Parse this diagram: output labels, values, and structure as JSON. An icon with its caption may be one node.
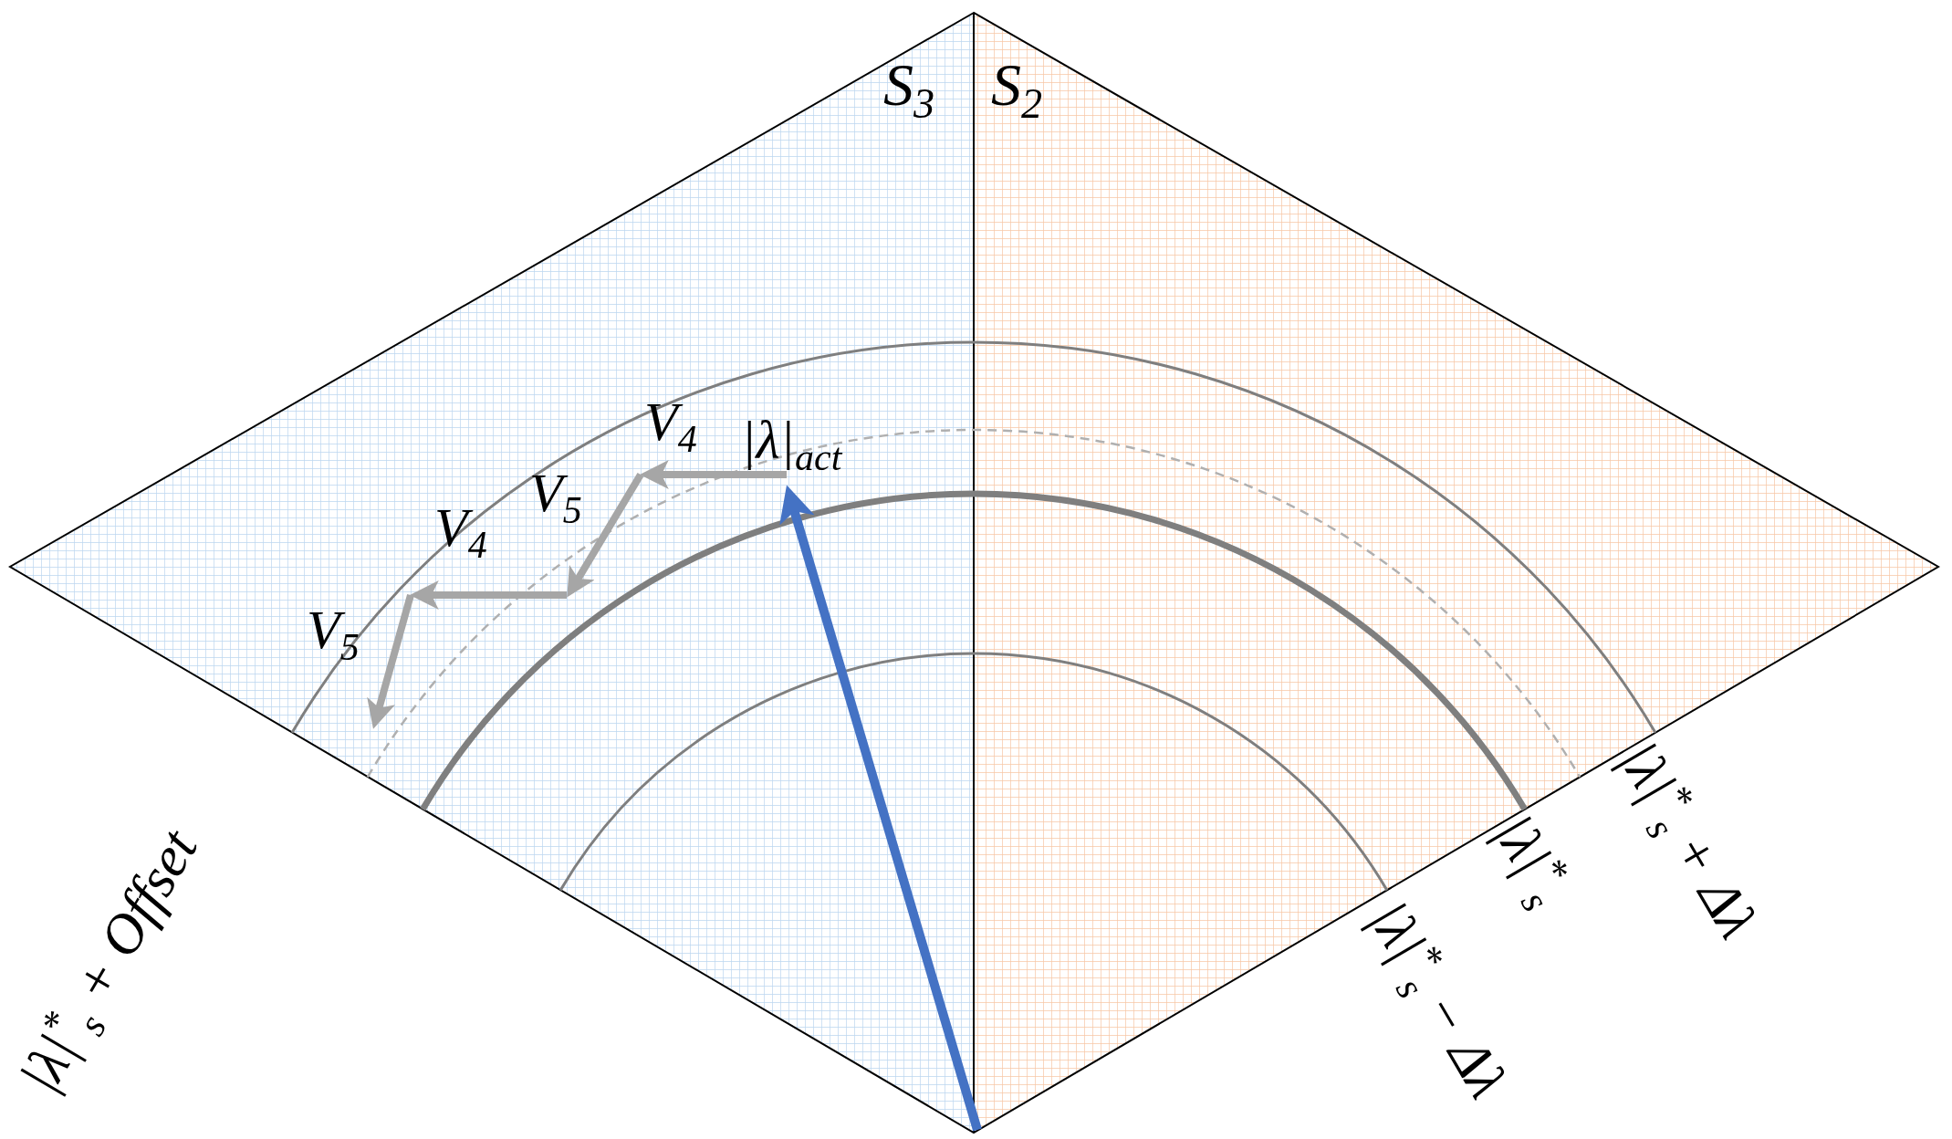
{
  "diagram": {
    "labels": [
      "S$_{3}$",
      "S$_{2}$",
      "V$_{4}$",
      "|λ|$_{act}$",
      "V$_{5}$",
      "V$_{4}$",
      "V$_{5}$",
      "|λ|$^{*}$$_{s}$ + Offset",
      "|λ|$^{*}$$_{s}$ + Δλ",
      "|λ|$^{*}$$_{s}$",
      "|λ|$^{*}$$_{s}$ − Δλ"
    ]
  }
}
